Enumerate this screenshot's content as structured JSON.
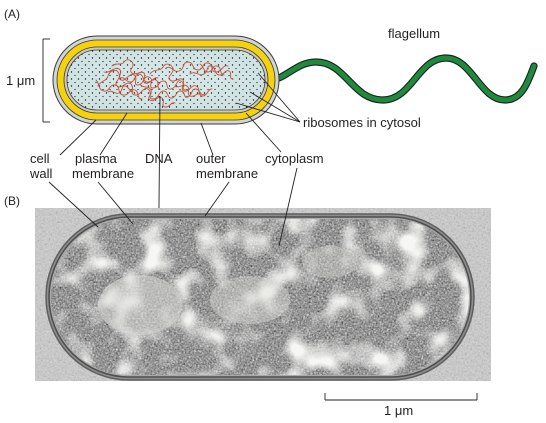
{
  "panels": {
    "a": {
      "letter": "(A)",
      "scale_label": "1 μm",
      "labels": {
        "flagellum": "flagellum",
        "ribosomes": "ribosomes in cytosol",
        "cell_wall_line1": "cell",
        "cell_wall_line2": "wall",
        "plasma_line1": "plasma",
        "plasma_line2": "membrane",
        "dna": "DNA",
        "outer_line1": "outer",
        "outer_line2": "membrane",
        "cytoplasm": "cytoplasm"
      }
    },
    "b": {
      "letter": "(B)",
      "scale_label": "1 μm"
    }
  },
  "colors": {
    "membrane_yellow": "#f4d20e",
    "outer_gray": "#c9cbcc",
    "cytosol": "#d4e6e6",
    "dna": "#c0523b",
    "flagellum": "#1f8a3e",
    "micrograph_bg": "#c8c8c8"
  }
}
